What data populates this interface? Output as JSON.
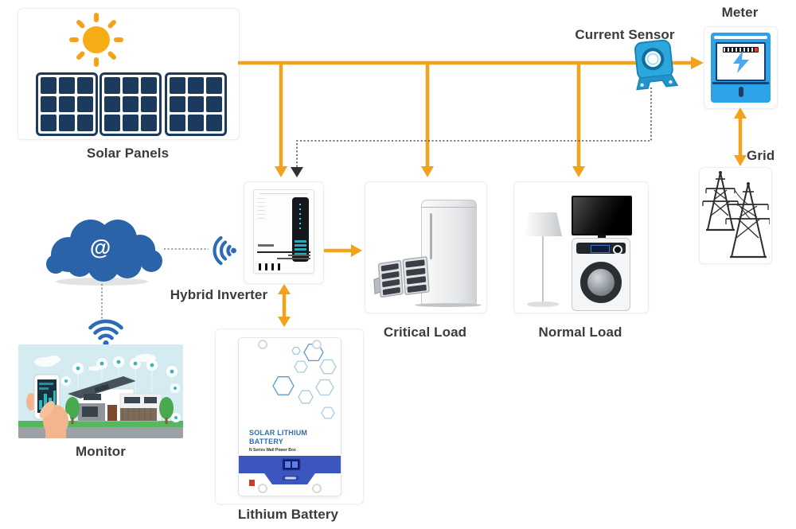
{
  "diagram": {
    "title": "Solar hybrid inverter energy system diagram",
    "nodes": {
      "solar_panels": {
        "label": "Solar Panels"
      },
      "meter": {
        "label": "Meter"
      },
      "current_sensor": {
        "label": "Current Sensor"
      },
      "grid": {
        "label": "Grid"
      },
      "hybrid_inverter": {
        "label": "Hybrid Inverter"
      },
      "critical_load": {
        "label": "Critical Load"
      },
      "normal_load": {
        "label": "Normal Load"
      },
      "monitor": {
        "label": "Monitor"
      },
      "lithium_battery": {
        "label": "Lithium Battery"
      },
      "cloud": {
        "symbol": "@"
      }
    },
    "battery_device": {
      "title_line1": "SOLAR LITHIUM",
      "title_line2": "BATTERY",
      "subtitle": "N Series Wall Power Box"
    },
    "edges": [
      {
        "from": "solar_panels",
        "to": "meter",
        "style": "solid-orange",
        "via": "current_sensor"
      },
      {
        "from": "solar_panels",
        "to": "hybrid_inverter",
        "style": "solid-orange"
      },
      {
        "from": "solar_panels",
        "to": "critical_load",
        "style": "solid-orange"
      },
      {
        "from": "solar_panels",
        "to": "normal_load",
        "style": "solid-orange"
      },
      {
        "from": "current_sensor",
        "to": "hybrid_inverter",
        "style": "dotted-black"
      },
      {
        "from": "meter",
        "to": "grid",
        "style": "solid-orange-bidirectional"
      },
      {
        "from": "hybrid_inverter",
        "to": "critical_load",
        "style": "solid-orange"
      },
      {
        "from": "hybrid_inverter",
        "to": "lithium_battery",
        "style": "solid-orange-bidirectional"
      },
      {
        "from": "cloud",
        "to": "hybrid_inverter",
        "style": "dotted-gray-wifi"
      },
      {
        "from": "cloud",
        "to": "monitor",
        "style": "dotted-gray-wifi"
      }
    ],
    "icons": [
      "sun-icon",
      "solar-panel-icon",
      "meter-icon",
      "lightning-bolt-icon",
      "current-sensor-icon",
      "transmission-tower-icon",
      "inverter-icon",
      "floodlight-icon",
      "refrigerator-icon",
      "floor-lamp-icon",
      "tv-icon",
      "washing-machine-icon",
      "cloud-icon",
      "wifi-icon",
      "smart-home-icon",
      "battery-icon"
    ],
    "colors": {
      "arrow_orange": "#F2A31B",
      "label_text": "#3B3B3B",
      "panel_navy": "#1B3A5E",
      "sun_orange": "#F6AC15",
      "cloud_blue": "#2B63A8",
      "wifi_blue": "#2A6CB5",
      "meter_blue": "#2EA2E8",
      "bolt_blue": "#4AA8F0",
      "sensor_blue": "#2BA7DE",
      "battery_band_blue": "#3B57BF",
      "battery_text_blue": "#2F6DB5",
      "dotted_gray": "#6A6A6A"
    }
  }
}
